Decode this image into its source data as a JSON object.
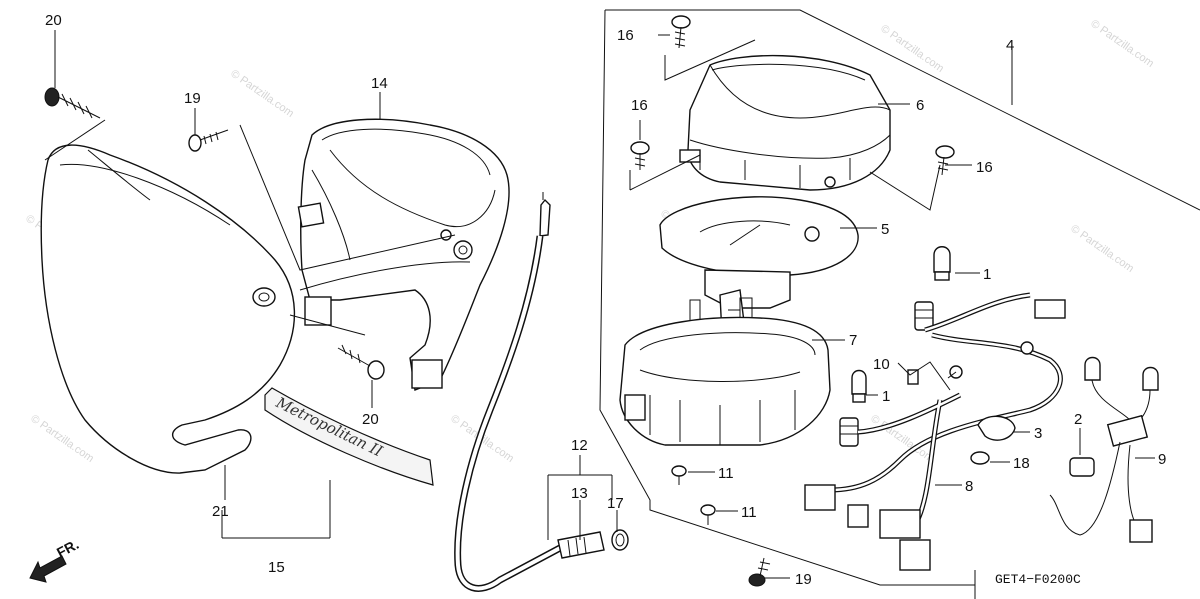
{
  "diagram": {
    "drawing_code": "GET4−F0200C",
    "direction_mark": "FR.",
    "watermark": "© Partzilla.com",
    "emblem_text": "Metropolitan II",
    "callouts": {
      "c1a": "1",
      "c1b": "1",
      "c1c": "1",
      "c3": "3",
      "c4": "4",
      "c5": "5",
      "c6": "6",
      "c7": "7",
      "c8": "8",
      "c9": "9",
      "c10": "10",
      "c11a": "11",
      "c11b": "11",
      "c12": "12",
      "c13": "13",
      "c14": "14",
      "c15": "15",
      "c16a": "16",
      "c16b": "16",
      "c16c": "16",
      "c17": "17",
      "c18": "18",
      "c19a": "19",
      "c19b": "19",
      "c20a": "20",
      "c20b": "20",
      "c21": "21"
    }
  }
}
